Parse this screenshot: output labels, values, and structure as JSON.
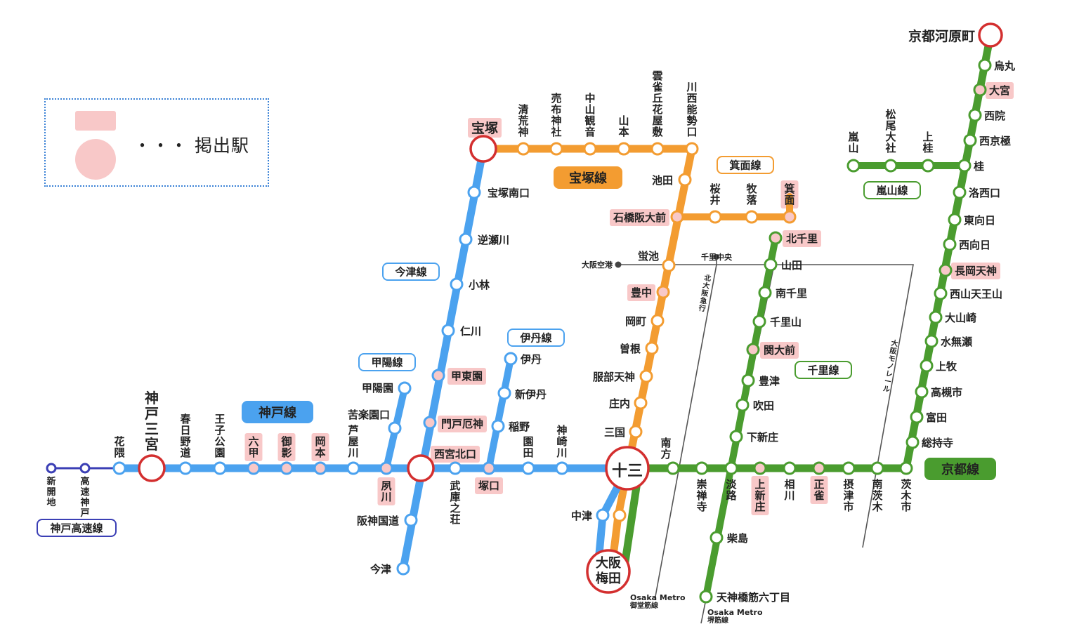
{
  "legend": {
    "text": "・・・ 掲出駅",
    "highlight_color": "#f8c8c8"
  },
  "colors": {
    "kobe": "#4ba2ef",
    "takarazuka": "#f39c31",
    "kyoto": "#4a9c2f",
    "kobe_kosoku": "#3b3fb5",
    "terminal": "#d32f2f",
    "highlight": "#f8c8c8",
    "thin": "#555555"
  },
  "line_labels": {
    "kobe": "神戸線",
    "takarazuka": "宝塚線",
    "kyoto": "京都線",
    "imazu": "今津線",
    "koyo": "甲陽線",
    "itami": "伊丹線",
    "minoo": "箕面線",
    "arashiyama": "嵐山線",
    "senri": "千里線",
    "kobe_kosoku": "神戸高速線"
  },
  "major_stations": {
    "sannomiya": "神戸三宮",
    "takarazuka": "宝塚",
    "kawaramachi": "京都河原町",
    "juso": "十三",
    "umeda": "大阪梅田",
    "nishinomiya": "西宮北口"
  },
  "kobe_line_stations": [
    "花隈",
    "春日野道",
    "王子公園",
    "六甲",
    "御影",
    "岡本",
    "芦屋川",
    "夙川",
    "西宮北口",
    "武庫之荘",
    "塚口",
    "園田",
    "神崎川"
  ],
  "kobe_kosoku_stations": [
    "新開地",
    "高速神戸"
  ],
  "takarazuka_line_stations": [
    "清荒神",
    "売布神社",
    "中山観音",
    "山本",
    "雲雀丘花屋敷",
    "川西能勢口",
    "池田",
    "石橋阪大前",
    "蛍池",
    "豊中",
    "岡町",
    "曽根",
    "服部天神",
    "庄内",
    "三国",
    "中津"
  ],
  "minoo_line_stations": [
    "桜井",
    "牧落",
    "箕面"
  ],
  "imazu_line_stations": [
    "宝塚南口",
    "逆瀬川",
    "小林",
    "仁川",
    "甲東園",
    "門戸厄神",
    "阪神国道",
    "今津"
  ],
  "koyo_line_stations": [
    "甲陽園",
    "苦楽園口"
  ],
  "itami_line_stations": [
    "伊丹",
    "新伊丹",
    "稲野"
  ],
  "kyoto_line_stations": [
    "南方",
    "崇禅寺",
    "淡路",
    "上新庄",
    "相川",
    "正雀",
    "摂津市",
    "南茨木",
    "茨木市",
    "総持寺",
    "富田",
    "高槻市",
    "上牧",
    "水無瀬",
    "大山崎",
    "西山天王山",
    "長岡天神",
    "西向日",
    "東向日",
    "洛西口",
    "桂",
    "西京極",
    "西院",
    "大宮",
    "烏丸"
  ],
  "arashiyama_line_stations": [
    "嵐山",
    "松尾大社",
    "上桂"
  ],
  "senri_line_stations": [
    "北千里",
    "山田",
    "南千里",
    "千里山",
    "関大前",
    "豊津",
    "吹田",
    "下新庄",
    "柴島",
    "天神橋筋六丁目"
  ],
  "other_labels": {
    "airport": "大阪空港",
    "senri_chuo": "千里中央",
    "kita_osaka": "北大阪急行",
    "monorail": "大阪モノレール",
    "midosuji": [
      "Osaka Metro",
      "御堂筋線"
    ],
    "sakaisuji": [
      "Osaka Metro",
      "堺筋線"
    ]
  },
  "highlighted_stations": [
    "神戸三宮",
    "宝塚",
    "京都河原町",
    "十三",
    "大阪梅田",
    "西宮北口",
    "六甲",
    "御影",
    "岡本",
    "夙川",
    "塚口",
    "甲東園",
    "門戸厄神",
    "石橋阪大前",
    "豊中",
    "箕面",
    "北千里",
    "関大前",
    "上新庄",
    "正雀",
    "長岡天神",
    "大宮"
  ]
}
